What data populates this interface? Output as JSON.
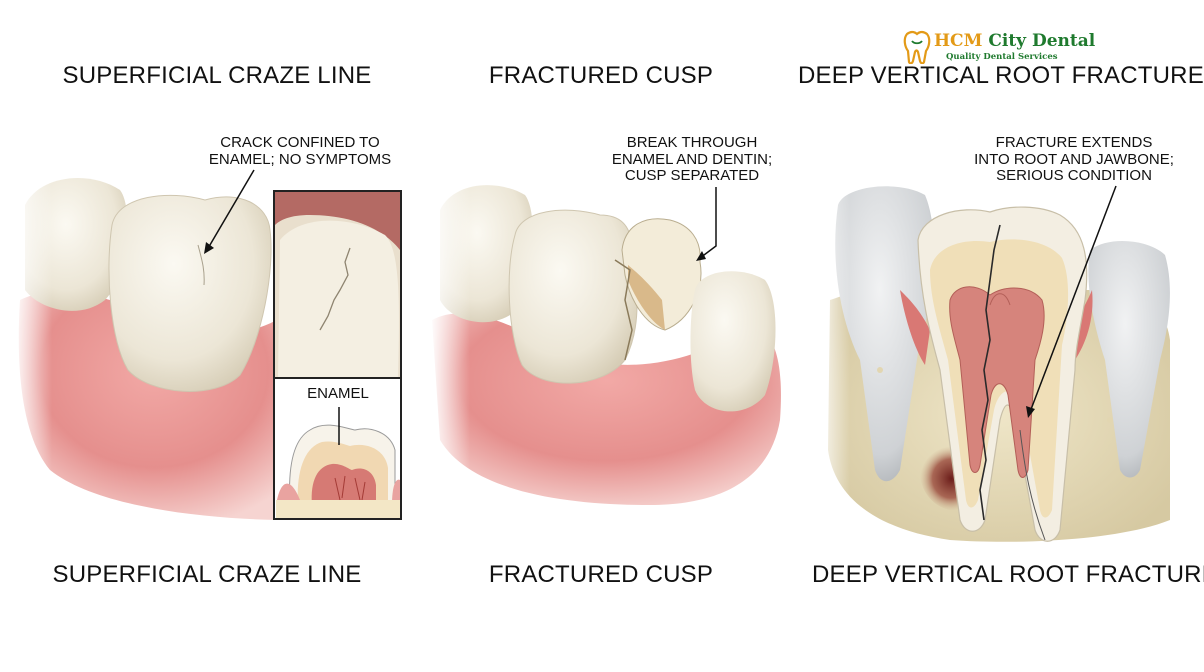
{
  "logo": {
    "name_part1": "HCM",
    "name_part2": " City Dental",
    "tagline": "Quality Dental Services",
    "icon": "tooth-icon",
    "colors": {
      "accent": "#e39a17",
      "brand": "#1f7a2e"
    }
  },
  "panels": [
    {
      "title_top": "SUPERFICIAL CRAZE LINE",
      "annotation": [
        "CRACK CONFINED TO",
        "ENAMEL; NO SYMPTOMS"
      ],
      "inset_label": "ENAMEL",
      "title_bottom": "SUPERFICIAL CRAZE LINE"
    },
    {
      "title_top": "FRACTURED CUSP",
      "annotation": [
        "BREAK THROUGH",
        "ENAMEL AND DENTIN;",
        "CUSP SEPARATED"
      ],
      "title_bottom": "FRACTURED CUSP"
    },
    {
      "title_top": "DEEP VERTICAL ROOT FRACTURE",
      "annotation": [
        "FRACTURE EXTENDS",
        "INTO ROOT AND JAWBONE;",
        "SERIOUS CONDITION"
      ],
      "title_bottom": "DEEP VERTICAL ROOT FRACTURE"
    }
  ]
}
